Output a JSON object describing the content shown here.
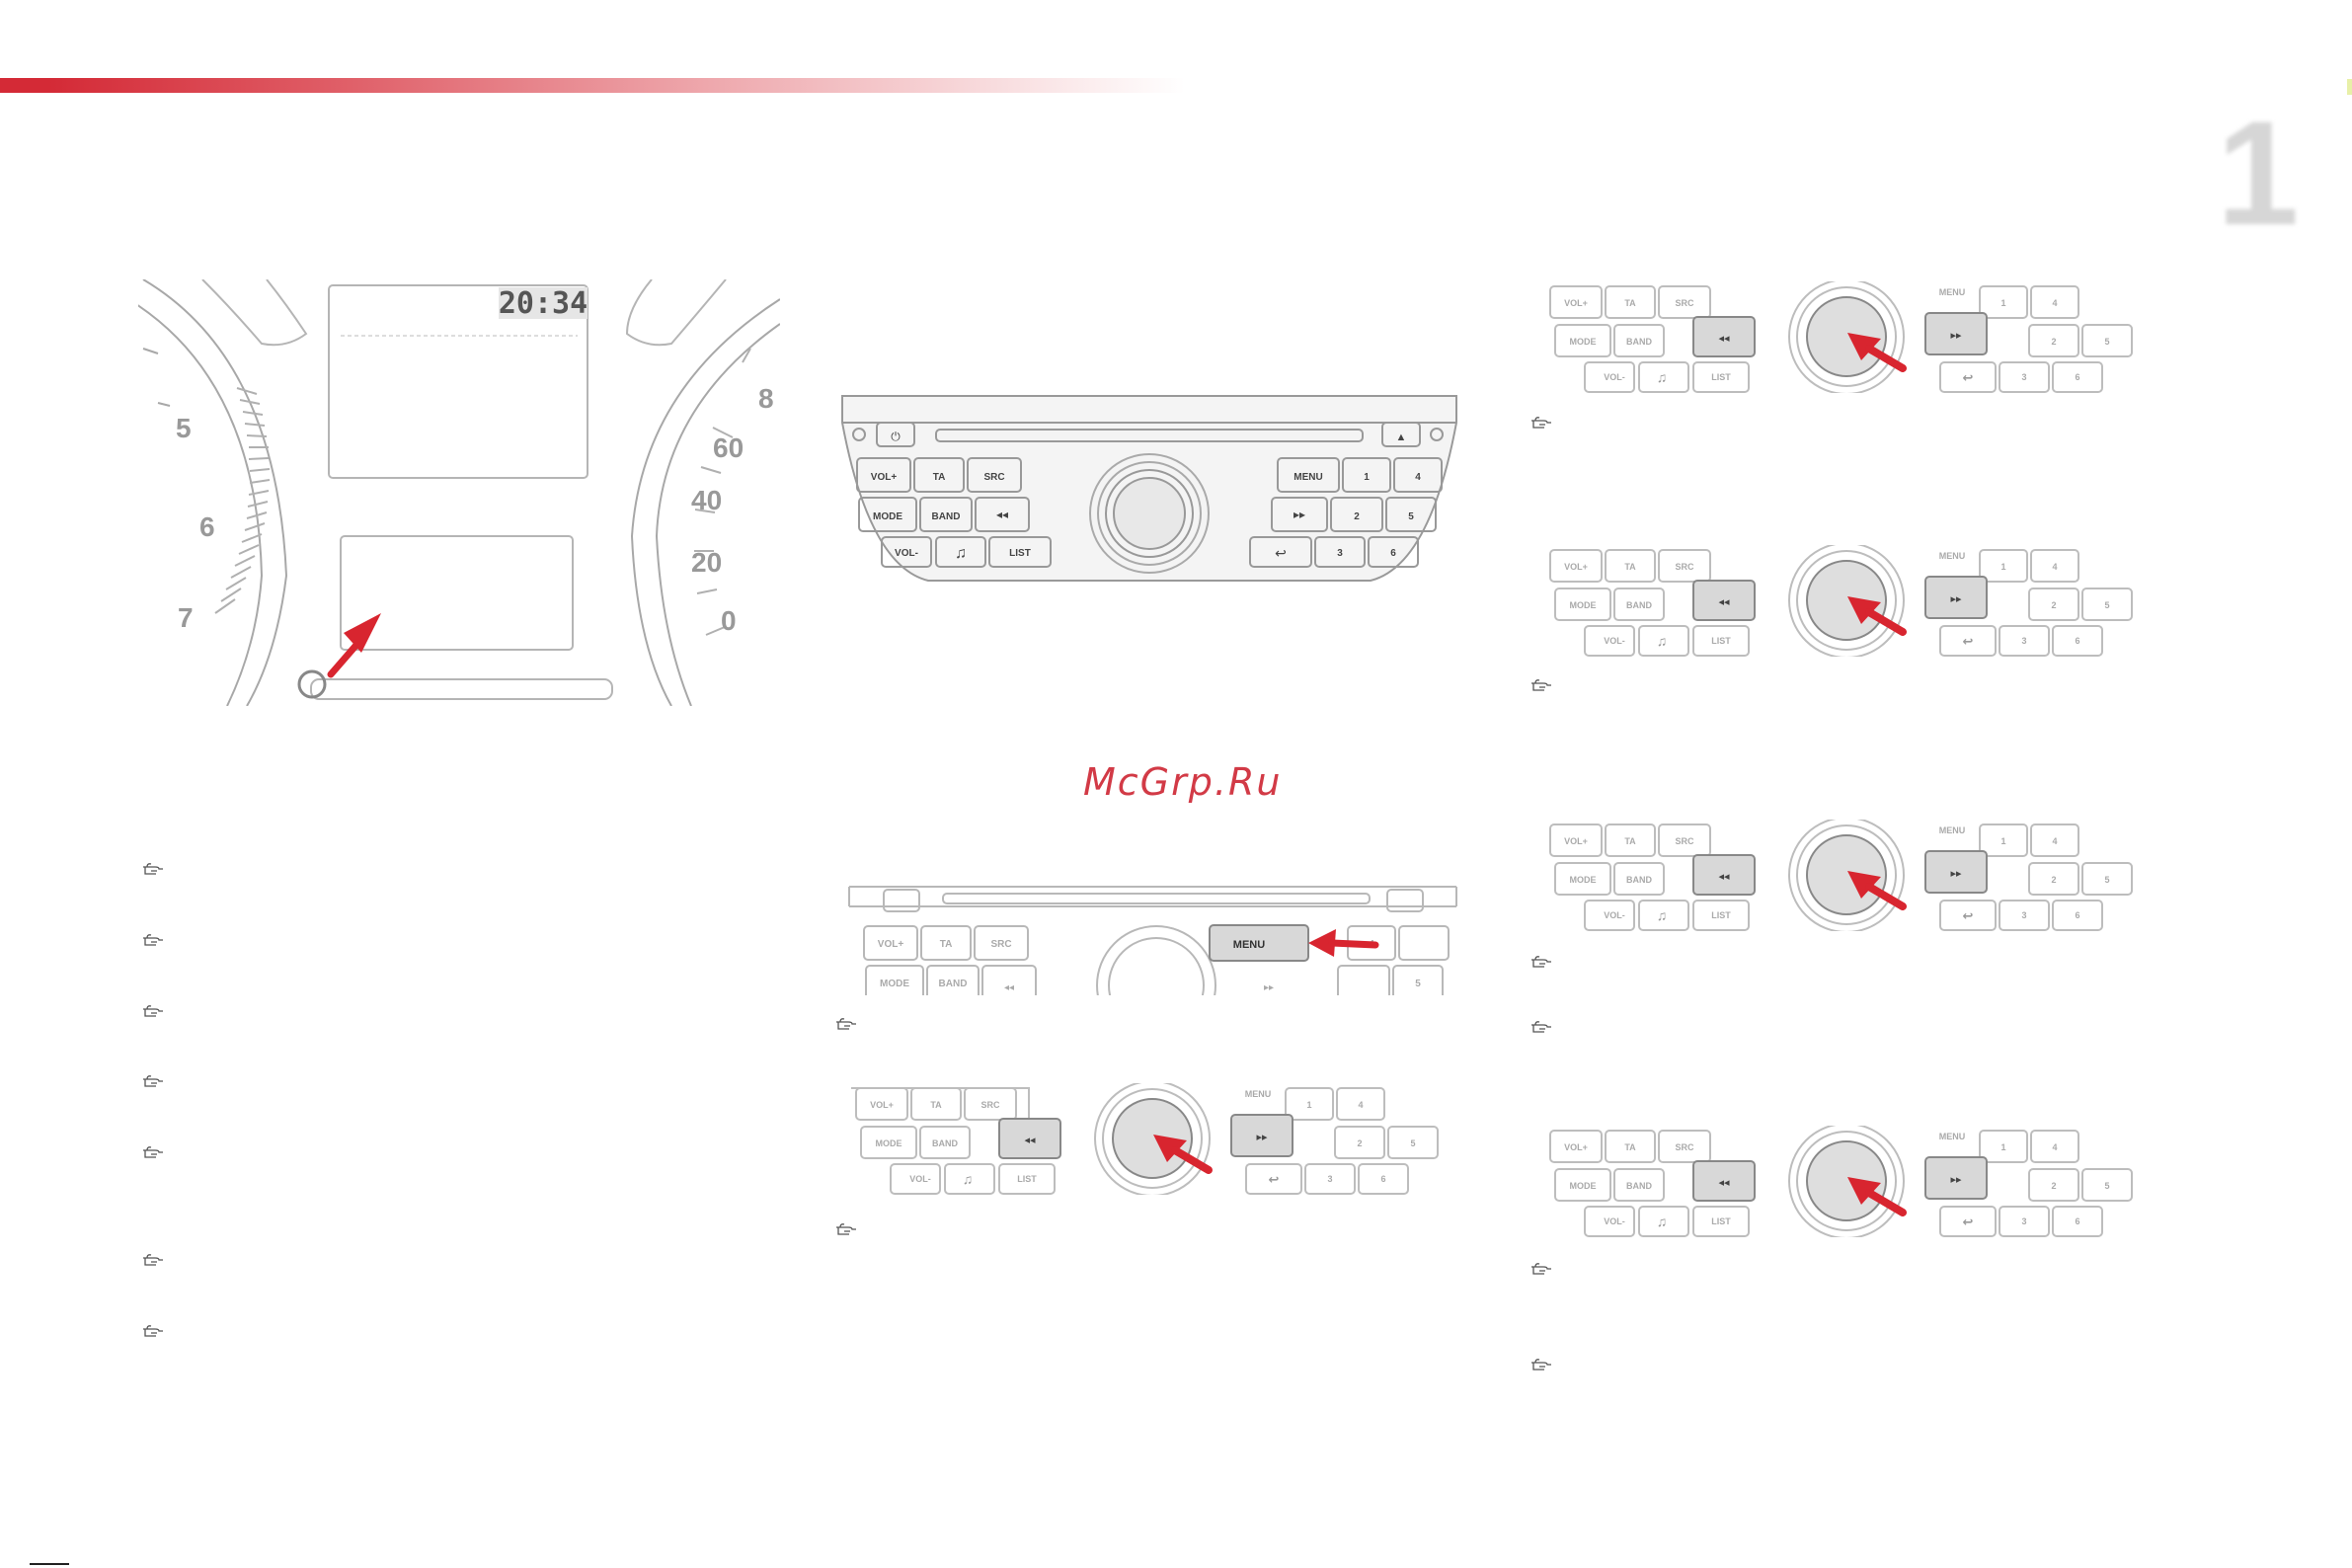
{
  "page": {
    "chapter_number": "1",
    "watermark": "McGrp.Ru"
  },
  "cluster": {
    "clock": "20:34",
    "tach_labels": [
      "5",
      "6",
      "7"
    ],
    "speed_labels": [
      "8",
      "60",
      "40",
      "20",
      "0"
    ]
  },
  "radio": {
    "buttons": {
      "vol_plus": "VOL+",
      "ta": "TA",
      "src": "SRC",
      "menu": "MENU",
      "mode": "MODE",
      "band": "BAND",
      "vol_minus": "VOL-",
      "list": "LIST",
      "n1": "1",
      "n2": "2",
      "n3": "3",
      "n4": "4",
      "n5": "5",
      "n6": "6"
    }
  },
  "colors": {
    "accent_red": "#d42a36",
    "line_gray": "#9a9a9a",
    "pointer_red": "#d8252f"
  },
  "icons": [
    "pointing-hand-icon",
    "red-arrow-icon",
    "power-icon",
    "eject-icon",
    "music-note-icon",
    "back-arrow-icon",
    "rewind-icon",
    "fast-forward-icon"
  ]
}
